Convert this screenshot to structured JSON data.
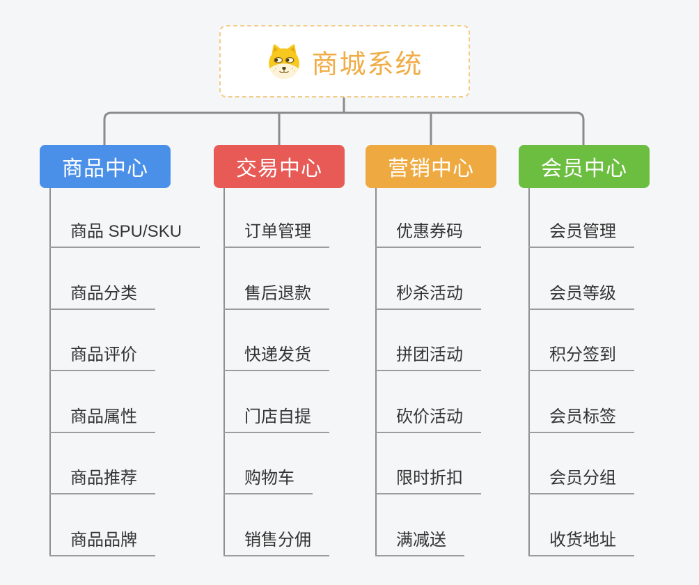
{
  "root": {
    "title": "商城系统",
    "icon": "dog-face-icon"
  },
  "branches": [
    {
      "id": "product",
      "label": "商品中心",
      "color": "#4a90e8",
      "children": [
        "商品 SPU/SKU",
        "商品分类",
        "商品评价",
        "商品属性",
        "商品推荐",
        "商品品牌"
      ]
    },
    {
      "id": "trade",
      "label": "交易中心",
      "color": "#e75a55",
      "children": [
        "订单管理",
        "售后退款",
        "快递发货",
        "门店自提",
        "购物车",
        "销售分佣"
      ]
    },
    {
      "id": "marketing",
      "label": "营销中心",
      "color": "#eeaa40",
      "children": [
        "优惠券码",
        "秒杀活动",
        "拼团活动",
        "砍价活动",
        "限时折扣",
        "满减送"
      ]
    },
    {
      "id": "member",
      "label": "会员中心",
      "color": "#6cbe40",
      "children": [
        "会员管理",
        "会员等级",
        "积分签到",
        "会员标签",
        "会员分组",
        "收货地址"
      ]
    }
  ],
  "colors": {
    "background": "#f5f6f7",
    "connector": "#8b8b8b",
    "leaf_underline": "#9c9c9c",
    "leaf_text": "#333333",
    "root_text": "#f0ac46",
    "root_border": "#f3cc8a",
    "branch_text": "#ffffff"
  }
}
